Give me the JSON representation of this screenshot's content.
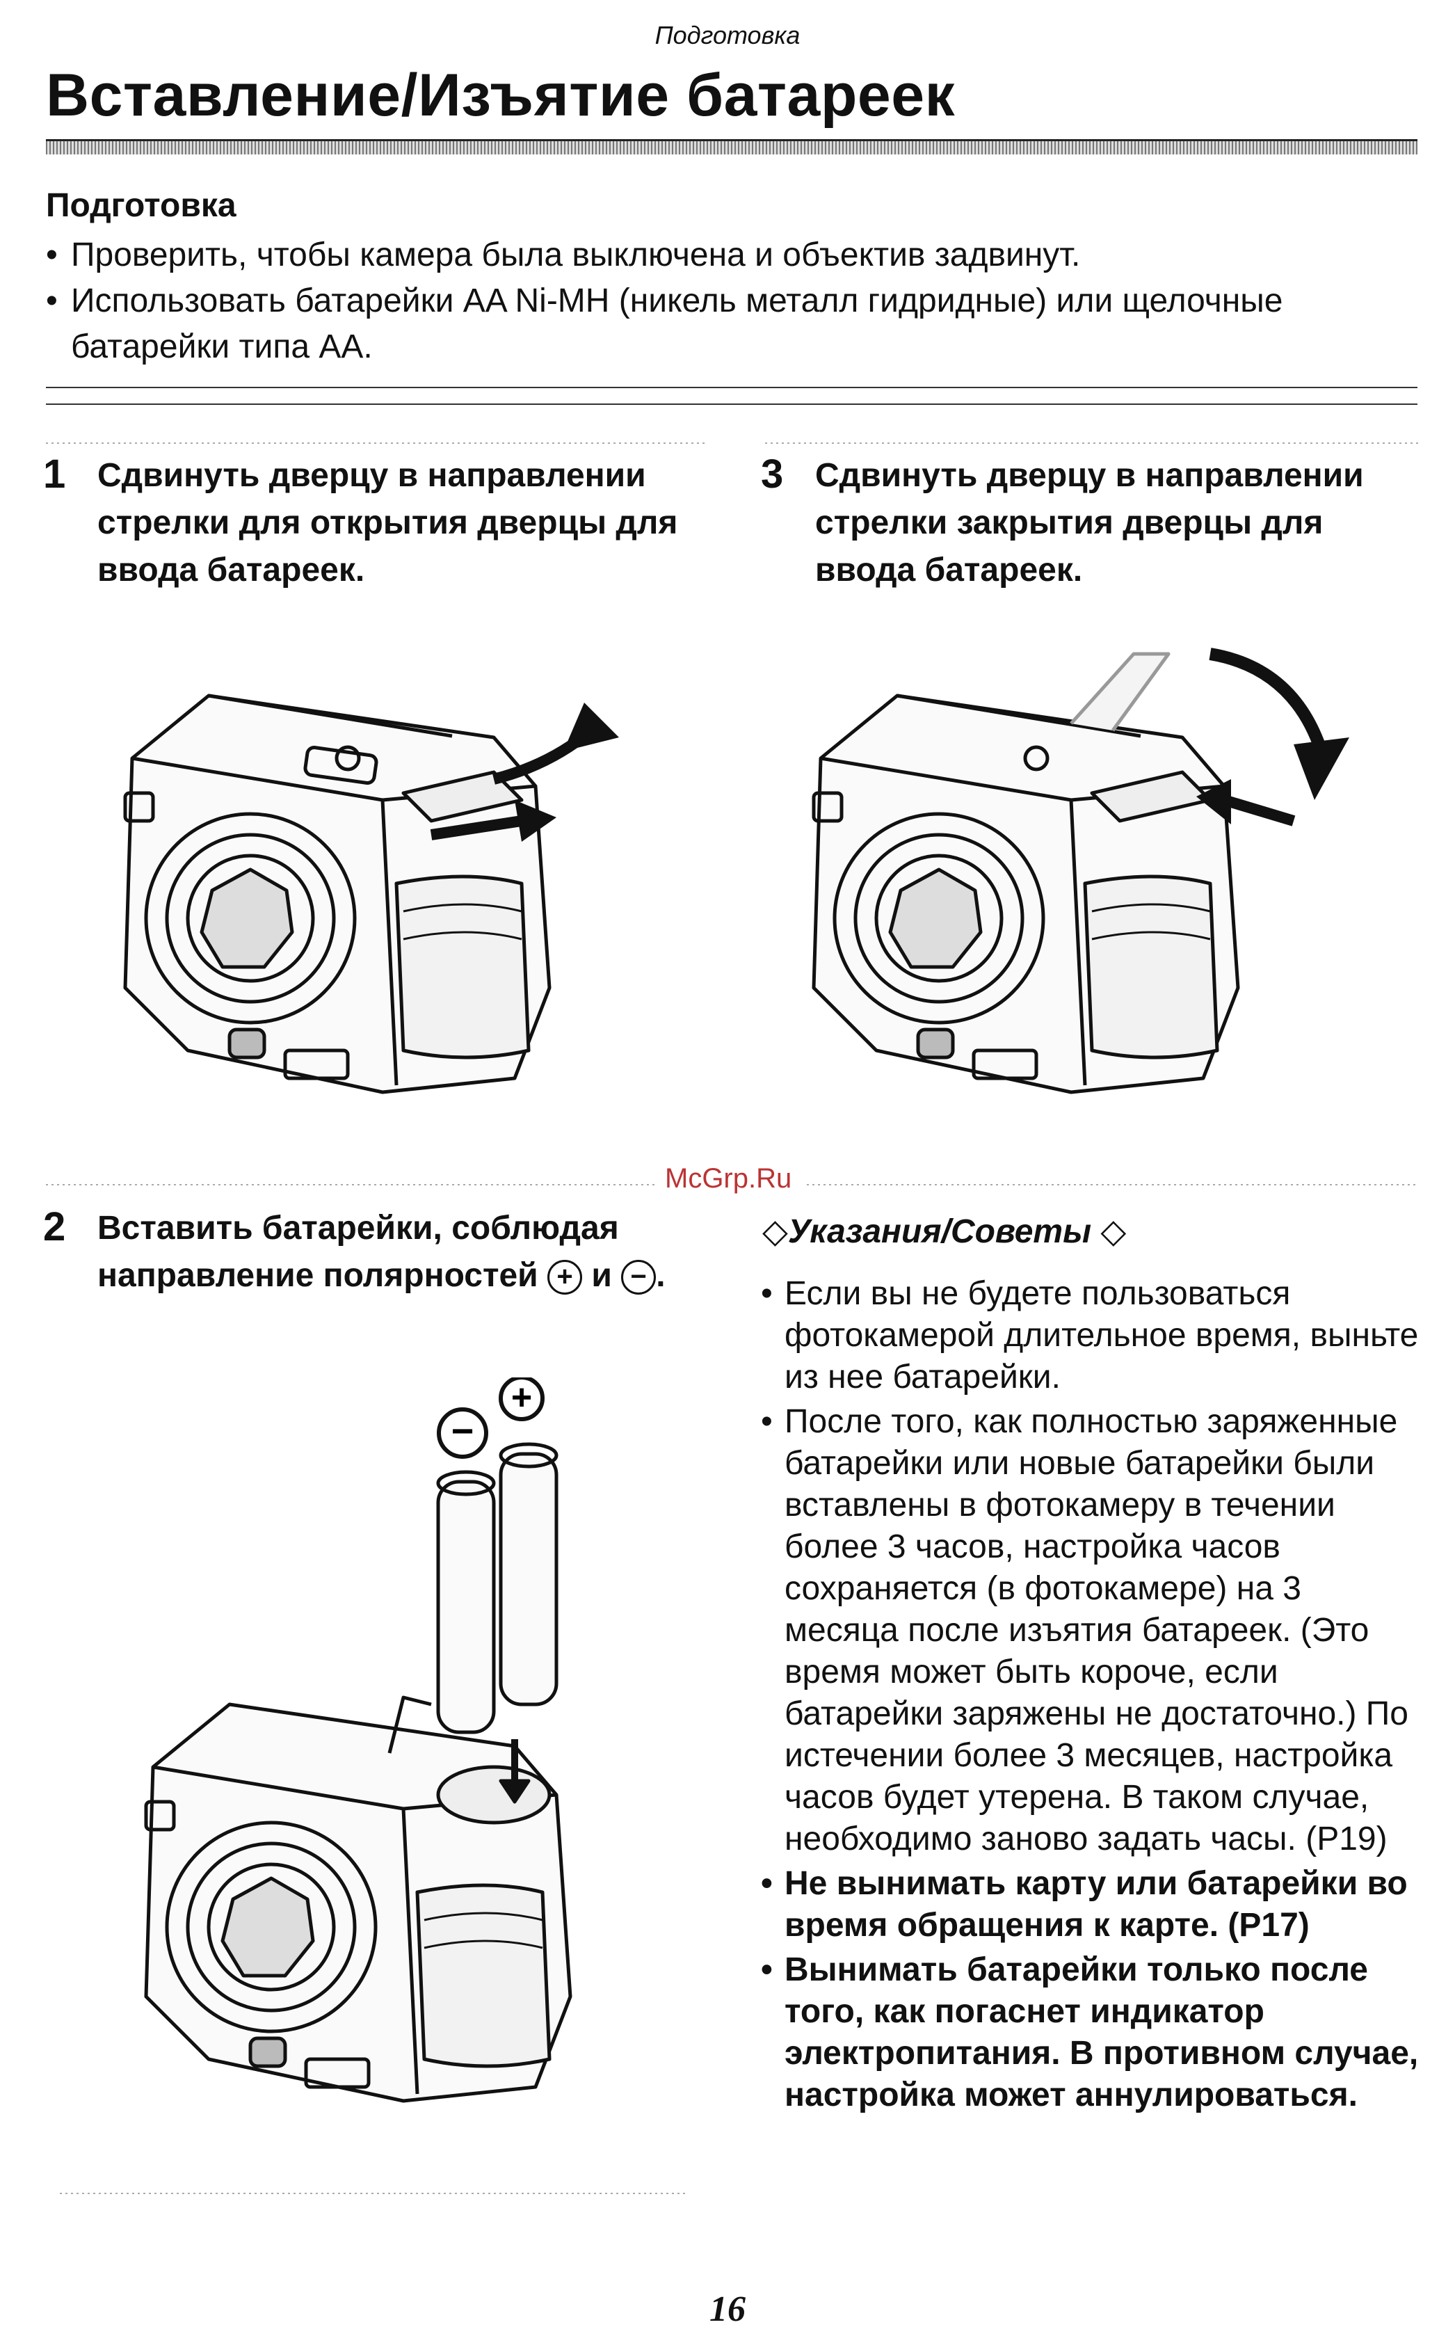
{
  "header": {
    "section": "Подготовка"
  },
  "title": "Вставление/Изъятие батареек",
  "preparation": {
    "heading": "Подготовка",
    "items": [
      "Проверить, чтобы камера была выключена и объектив задвинут.",
      "Использовать батарейки AA Ni-MH (никель металл гидридные) или щелочные батарейки типа AA."
    ]
  },
  "steps": {
    "step1": {
      "number": "1",
      "text": "Сдвинуть дверцу в направлении стрелки для открытия дверцы для ввода батареек."
    },
    "step2": {
      "number": "2",
      "text_a": "Вставить батарейки, соблюдая направление полярностей",
      "plus": "+",
      "text_and": "и",
      "minus": "−",
      "text_end": "."
    },
    "step3": {
      "number": "3",
      "text": "Сдвинуть дверцу в направлении стрелки закрытия дверцы для ввода батареек."
    }
  },
  "tips": {
    "heading": "◇Указания/Советы ◇",
    "items": [
      {
        "text": "Если вы не будете пользоваться фотокамерой длительное время, выньте из нее батарейки.",
        "bold": false
      },
      {
        "text": "После того, как полностью заряженные батарейки или новые батарейки были вставлены в фотокамеру в течении более 3 часов, настройка часов сохраняется (в фотокамере) на 3 месяца после изъятия батареек. (Это время может быть короче, если батарейки заряжены не достаточно.) По истечении более 3 месяцев, настройка часов будет утерена. В таком случае, необходимо заново задать часы. (P19)",
        "bold": false
      },
      {
        "text": "Не вынимать карту или батарейки во время обращения к карте. (P17)",
        "bold": true
      },
      {
        "text": "Вынимать батарейки только после того, как погаснет индикатор электропитания. В противном случае, настройка может аннулироваться.",
        "bold": true
      }
    ]
  },
  "watermark": "McGrp.Ru",
  "page_number": "16",
  "illustrations": {
    "battery_symbols": {
      "minus": "−",
      "plus": "+"
    }
  }
}
